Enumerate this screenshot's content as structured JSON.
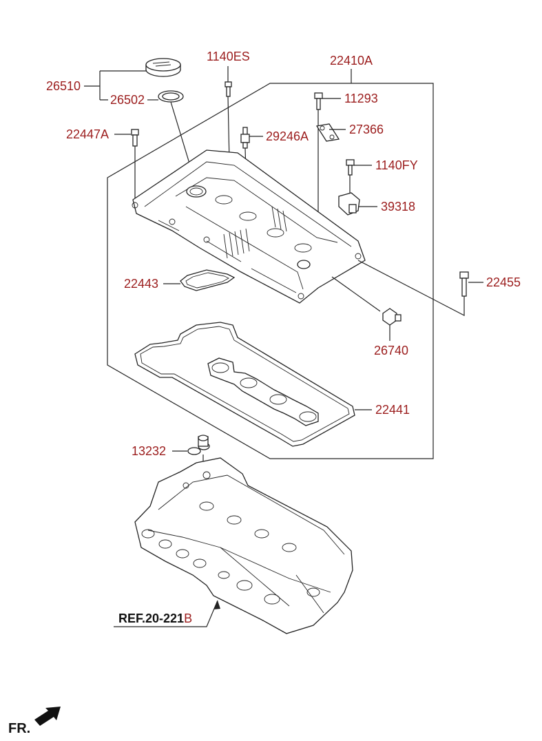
{
  "colors": {
    "label": "#9b1c1c",
    "line": "#222222",
    "ref_text": "#111111"
  },
  "labels": [
    {
      "id": "26510",
      "text": "26510"
    },
    {
      "id": "26502",
      "text": "26502"
    },
    {
      "id": "1140ES",
      "text": "1140ES"
    },
    {
      "id": "22410A",
      "text": "22410A"
    },
    {
      "id": "11293",
      "text": "11293"
    },
    {
      "id": "27366",
      "text": "27366"
    },
    {
      "id": "22447A",
      "text": "22447A"
    },
    {
      "id": "29246A",
      "text": "29246A"
    },
    {
      "id": "1140FY",
      "text": "1140FY"
    },
    {
      "id": "39318",
      "text": "39318"
    },
    {
      "id": "22443",
      "text": "22443"
    },
    {
      "id": "22455",
      "text": "22455"
    },
    {
      "id": "26740",
      "text": "26740"
    },
    {
      "id": "22441",
      "text": "22441"
    },
    {
      "id": "13232",
      "text": "13232"
    }
  ],
  "reference": {
    "prefix": "REF.20-221",
    "suffix": "B"
  },
  "orientation": {
    "text": "FR."
  }
}
